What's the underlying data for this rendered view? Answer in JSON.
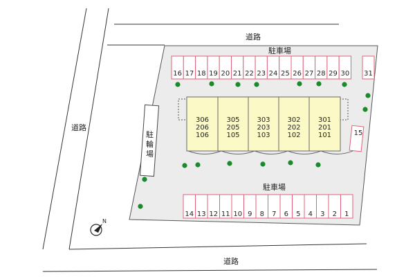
{
  "roads": {
    "top": "道路",
    "left": "道路",
    "bottom": "道路"
  },
  "parking": {
    "top_label": "駐車場",
    "bottom_label": "駐車場",
    "top_slots": [
      "16",
      "17",
      "18",
      "19",
      "20",
      "21",
      "22",
      "23",
      "24",
      "25",
      "26",
      "27",
      "28",
      "29",
      "30"
    ],
    "top_right_slot": "31",
    "side_slot": "15",
    "bottom_slots": [
      "14",
      "13",
      "12",
      "11",
      "10",
      "9",
      "8",
      "7",
      "6",
      "5",
      "4",
      "3",
      "2",
      "1"
    ]
  },
  "bike_parking": {
    "label_chars": [
      "駐",
      "輪",
      "場"
    ]
  },
  "building": {
    "columns": [
      [
        "306",
        "206",
        "106"
      ],
      [
        "305",
        "205",
        "105"
      ],
      [
        "303",
        "203",
        "103"
      ],
      [
        "302",
        "202",
        "102"
      ],
      [
        "301",
        "201",
        "101"
      ]
    ]
  },
  "compass": {
    "label": "N"
  },
  "colors": {
    "road_line": "#333333",
    "site_fill": "#ececec",
    "parking_stroke": "#e0607a",
    "parking_fill": "#ffffff",
    "building_fill": "#fbf9c5",
    "tree": "#1a8a2a"
  }
}
